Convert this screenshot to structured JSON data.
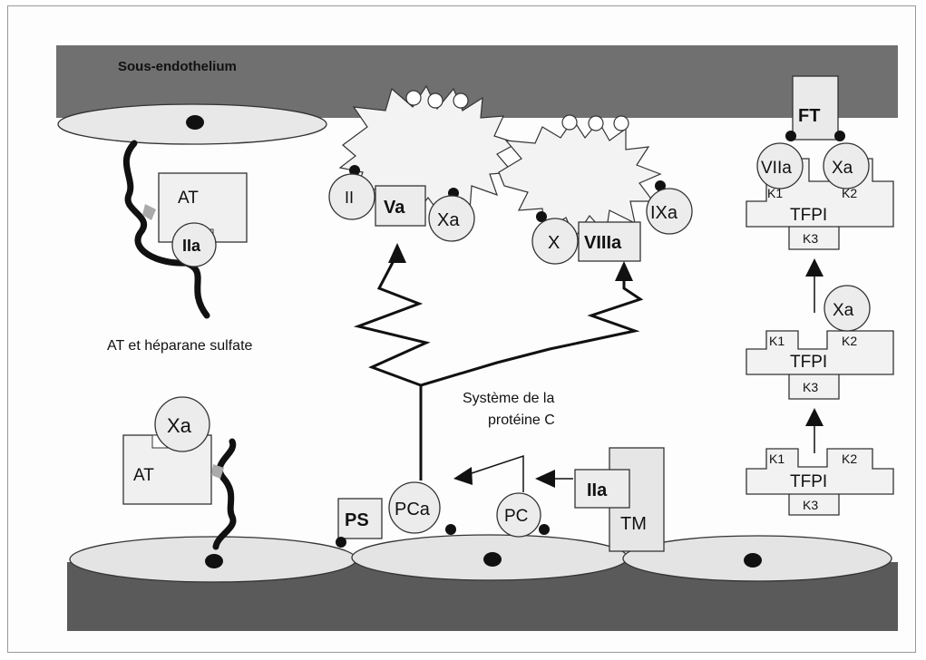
{
  "labels": {
    "subendothelium": "Sous-endothelium",
    "at_heparan": "AT et héparane sulfate",
    "protein_c_line1": "Système de la",
    "protein_c_line2": "protéine C",
    "at_top": "AT",
    "iia_top": "IIa",
    "at_bottom": "AT",
    "xa_bottom_left": "Xa",
    "ii": "II",
    "va": "Va",
    "xa_prothrombinase": "Xa",
    "x": "X",
    "viiia": "VIIIa",
    "ixa": "IXa",
    "ps": "PS",
    "pca": "PCa",
    "pc": "PC",
    "iia_tm": "IIa",
    "tm": "TM",
    "ft": "FT",
    "viia": "VIIa",
    "xa_tf": "Xa",
    "tfpi_top": "TFPI",
    "k1_top": "K1",
    "k2_top": "K2",
    "k3_top": "K3",
    "xa_mid": "Xa",
    "tfpi_mid": "TFPI",
    "k1_mid": "K1",
    "k2_mid": "K2",
    "k3_mid": "K3",
    "tfpi_bottom": "TFPI",
    "k1_bottom": "K1",
    "k2_bottom": "K2",
    "k3_bottom": "K3"
  },
  "colors": {
    "subendothelium_band": "#6e6e6e",
    "bottom_band": "#5a5a5a",
    "cell": "#e6e6e6",
    "shape_fill": "#eeeeee",
    "ink": "#111111"
  }
}
